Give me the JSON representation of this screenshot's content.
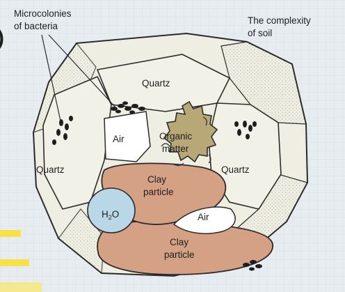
{
  "title": "The complexity of soil",
  "title_lines": [
    "The complexity",
    "of soil"
  ],
  "microcolonies_lines": [
    "Microcolonies",
    "of bacteria"
  ],
  "labels": {
    "quartz_top": "Quartz",
    "quartz_left": "Quartz",
    "quartz_right": "Quartz",
    "air_upper": "Air",
    "air_lower": "Air",
    "organic_matter": [
      "Organic",
      "matter"
    ],
    "clay_upper": [
      "Clay",
      "particle"
    ],
    "clay_lower": [
      "Clay",
      "particle"
    ],
    "water": "H2O"
  },
  "colors": {
    "background": "#e6ecf0",
    "quartz": "#efeee3",
    "quartz_shade": "#c9c8bb",
    "clay": "#d4a184",
    "clay_shade": "#b98365",
    "organic": "#b8a878",
    "water": "#b9d7e6",
    "air": "#ffffff",
    "outline": "#2a2a2a",
    "accent_yellow": "#f7e04a"
  }
}
